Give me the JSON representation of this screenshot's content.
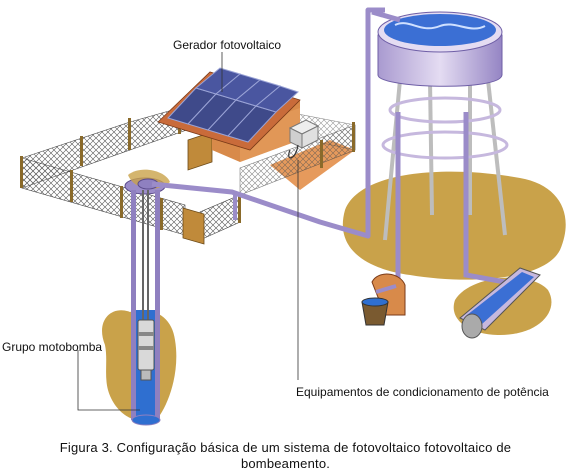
{
  "labels": {
    "gerador": "Gerador fotovoltaico",
    "grupo": "Grupo motobomba",
    "equipamentos": "Equipamentos de condicionamento de potência"
  },
  "caption": {
    "line1": "Figura 3. Configuração básica de um sistema de fotovoltaico fotovoltaico de",
    "line2": "bombeamento."
  },
  "colors": {
    "panel": "#3f4a8a",
    "panel_grid": "#9aa3d6",
    "roof": "#c96b3a",
    "soil": "#c9a24a",
    "water": "#2f6fd0",
    "pipe": "#9b8cc9",
    "tank": "#c6b8de",
    "fence_post": "#8a6a2a"
  }
}
